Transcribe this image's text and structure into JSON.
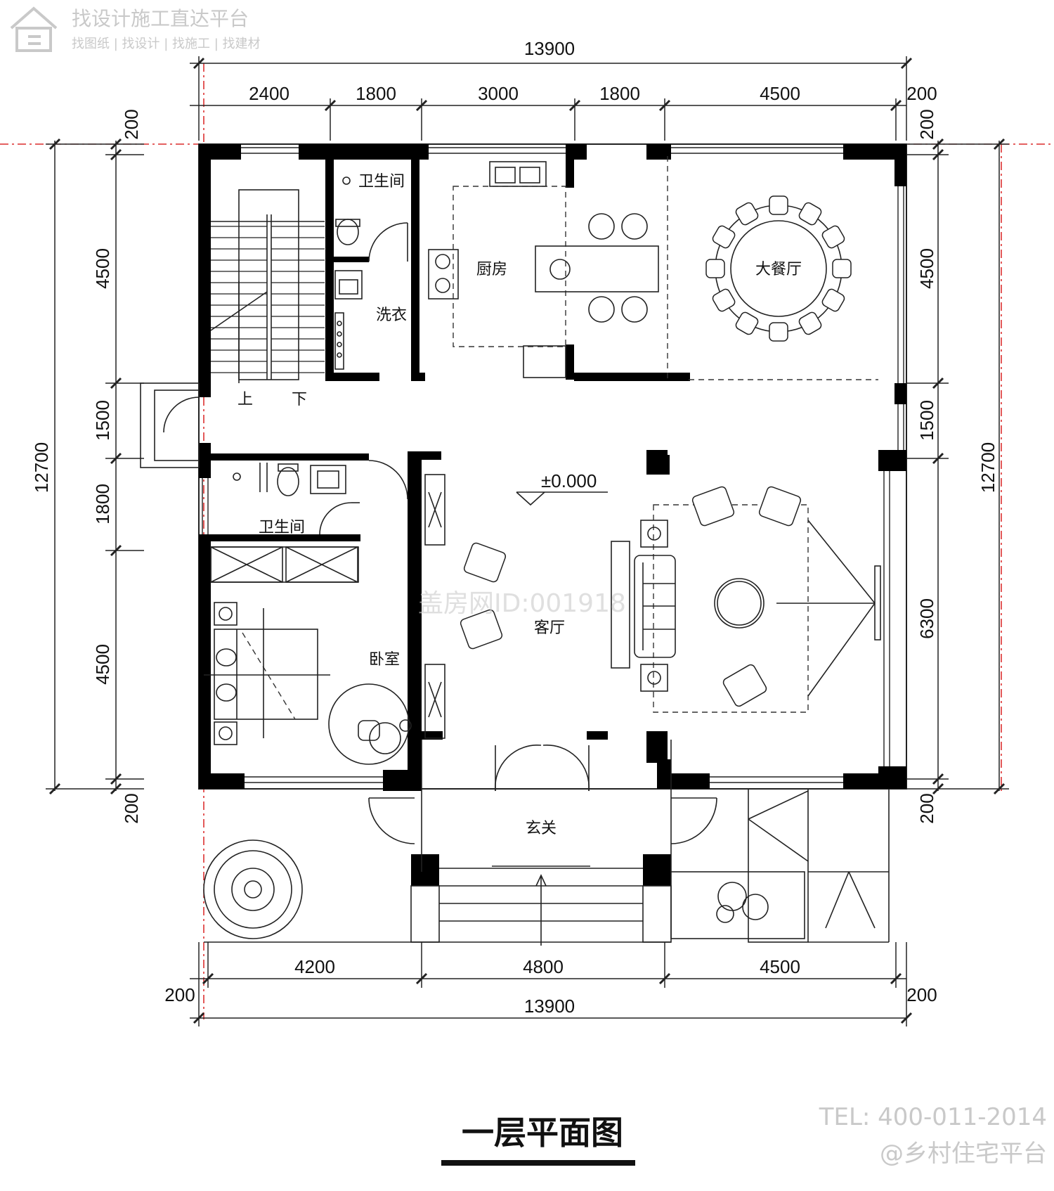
{
  "watermark": {
    "line1": "找设计施工直达平台",
    "line2": "找图纸 | 找设计 | 找施工 | 找建材",
    "center": "盖房网ID:001918",
    "tel": "TEL: 400-011-2014",
    "handle": "@乡村住宅平台"
  },
  "dims": {
    "top_total": "13900",
    "top_segments": [
      "2400",
      "1800",
      "3000",
      "1800",
      "4500"
    ],
    "top_right_offset": "200",
    "left_total": "12700",
    "left_segments": [
      "200",
      "4500",
      "1500",
      "1800",
      "4500",
      "200"
    ],
    "right_total": "12700",
    "right_segments": [
      "200",
      "4500",
      "1500",
      "6300",
      "200"
    ],
    "bottom_segments": [
      "4200",
      "4800",
      "4500"
    ],
    "bottom_left_offset": "200",
    "bottom_right_offset": "200",
    "bottom_total": "13900"
  },
  "rooms": {
    "wc_upper": "卫生间",
    "laundry": "洗衣",
    "kitchen": "厨房",
    "dining": "大餐厅",
    "stair_up": "上",
    "stair_down": "下",
    "wc_lower": "卫生间",
    "bedroom": "卧室",
    "living": "客厅",
    "foyer": "玄关",
    "level": "±0.000"
  },
  "drawing_title": "一层平面图"
}
